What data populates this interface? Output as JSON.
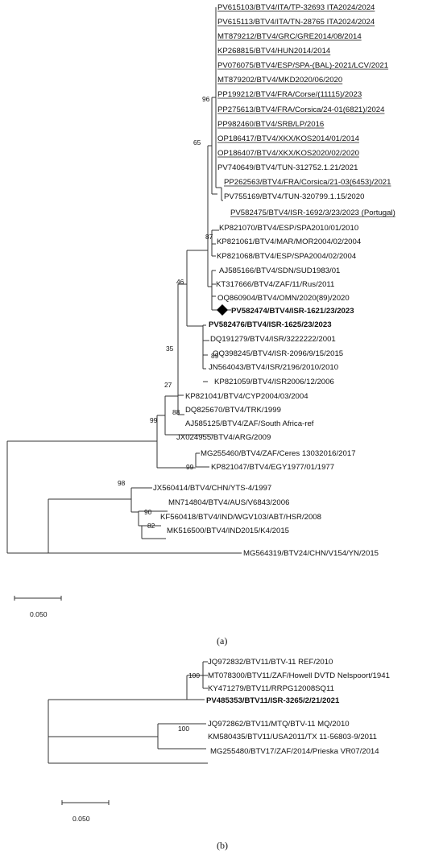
{
  "panel_a": {
    "label": "(a)",
    "scale_label": "0.050",
    "taxa": [
      {
        "text": "PV615103/BTV4/ITA/TP-32693 ITA2024/2024",
        "underline": true,
        "bold": false
      },
      {
        "text": "PV615113/BTV4/ITA/TN-28765 ITA2024/2024",
        "underline": true,
        "bold": false
      },
      {
        "text": "MT879212/BTV4/GRC/GRE2014/08/2014",
        "underline": true,
        "bold": false
      },
      {
        "text": "KP268815/BTV4/HUN2014/2014",
        "underline": true,
        "bold": false
      },
      {
        "text": "PV076075/BTV4/ESP/SPA-(BAL)-2021/LCV/2021",
        "underline": true,
        "bold": false
      },
      {
        "text": "MT879202/BTV4/MKD2020/06/2020",
        "underline": true,
        "bold": false
      },
      {
        "text": "PP199212/BTV4/FRA/Corse/(11115)/2023",
        "underline": true,
        "bold": false
      },
      {
        "text": "PP275613/BTV4/FRA/Corsica/24-01(6821)/2024",
        "underline": true,
        "bold": false
      },
      {
        "text": "PP982460/BTV4/SRB/LP/2016",
        "underline": true,
        "bold": false
      },
      {
        "text": "OP186417/BTV4/XKX/KOS2014/01/2014",
        "underline": true,
        "bold": false
      },
      {
        "text": "OP186407/BTV4/XKX/KOS2020/02/2020",
        "underline": true,
        "bold": false
      },
      {
        "text": "PV740649/BTV4/TUN-312752.1.21/2021",
        "underline": false,
        "bold": false
      },
      {
        "text": "PP262563/BTV4/FRA/Corsica/21-03(6453)/2021",
        "underline": true,
        "bold": false
      },
      {
        "text": "PV755169/BTV4/TUN-320799.1.15/2020",
        "underline": false,
        "bold": false
      },
      {
        "text": "PV582475/BTV4/ISR-1692/3/23/2023 (Portugal)",
        "underline": true,
        "bold": false
      },
      {
        "text": "KP821070/BTV4/ESP/SPA2010/01/2010",
        "underline": false,
        "bold": false
      },
      {
        "text": "KP821061/BTV4/MAR/MOR2004/02/2004",
        "underline": false,
        "bold": false
      },
      {
        "text": "KP821068/BTV4/ESP/SPA2004/02/2004",
        "underline": false,
        "bold": false
      },
      {
        "text": "AJ585166/BTV4/SDN/SUD1983/01",
        "underline": false,
        "bold": false
      },
      {
        "text": "KT317666/BTV4/ZAF/11/Rus/2011",
        "underline": false,
        "bold": false
      },
      {
        "text": "OQ860904/BTV4/OMN/2020(89)/2020",
        "underline": false,
        "bold": false
      },
      {
        "text": "PV582474/BTV4/ISR-1621/23/2023",
        "underline": false,
        "bold": true
      },
      {
        "text": "PV582476/BTV4/ISR-1625/23/2023",
        "underline": false,
        "bold": true
      },
      {
        "text": "DQ191279/BTV4/ISR/3222222/2001",
        "underline": false,
        "bold": false
      },
      {
        "text": "OQ398245/BTV4/ISR-2096/9/15/2015",
        "underline": false,
        "bold": false
      },
      {
        "text": "JN564043/BTV4/ISR/2196/2010/2010",
        "underline": false,
        "bold": false
      },
      {
        "text": "KP821059/BTV4/ISR2006/12/2006",
        "underline": false,
        "bold": false
      },
      {
        "text": "KP821041/BTV4/CYP2004/03/2004",
        "underline": false,
        "bold": false
      },
      {
        "text": "DQ825670/BTV4/TRK/1999",
        "underline": false,
        "bold": false
      },
      {
        "text": "AJ585125/BTV4/ZAF/South Africa-ref",
        "underline": false,
        "bold": false
      },
      {
        "text": "JX024955/BTV4/ARG/2009",
        "underline": false,
        "bold": false
      },
      {
        "text": "MG255460/BTV4/ZAF/Ceres 13032016/2017",
        "underline": false,
        "bold": false
      },
      {
        "text": "KP821047/BTV4/EGY1977/01/1977",
        "underline": false,
        "bold": false
      },
      {
        "text": "JX560414/BTV4/CHN/YTS-4/1997",
        "underline": false,
        "bold": false
      },
      {
        "text": "MN714804/BTV4/AUS/V6843/2006",
        "underline": false,
        "bold": false
      },
      {
        "text": "KF560418/BTV4/IND/WGV103/ABT/HSR/2008",
        "underline": false,
        "bold": false
      },
      {
        "text": "MK516500/BTV4/IND2015/K4/2015",
        "underline": false,
        "bold": false
      },
      {
        "text": "MG564319/BTV24/CHN/V154/YN/2015",
        "underline": false,
        "bold": false
      }
    ],
    "bootstrap": [
      "96",
      "65",
      "87",
      "46",
      "35",
      "89",
      "27",
      "99",
      "88",
      "99",
      "98",
      "90",
      "82"
    ]
  },
  "panel_b": {
    "label": "(b)",
    "scale_label": "0.050",
    "taxa": [
      {
        "text": "JQ972832/BTV11/BTV-11 REF/2010",
        "bold": false
      },
      {
        "text": "MT078300/BTV11/ZAF/Howell DVTD Nelspoort/1941",
        "bold": false
      },
      {
        "text": "KY471279/BTV11/RRPG12008SQ11",
        "bold": false
      },
      {
        "text": "PV485353/BTV11/ISR-3265/2/21/2021",
        "bold": true
      },
      {
        "text": "JQ972862/BTV11/MTQ/BTV-11 MQ/2010",
        "bold": false
      },
      {
        "text": "KM580435/BTV11/USA2011/TX 11-56803-9/2011",
        "bold": false
      },
      {
        "text": "MG255480/BTV17/ZAF/2014/Prieska VR07/2014",
        "bold": false
      }
    ],
    "bootstrap": [
      "100",
      "100"
    ]
  },
  "marker": "diamond"
}
